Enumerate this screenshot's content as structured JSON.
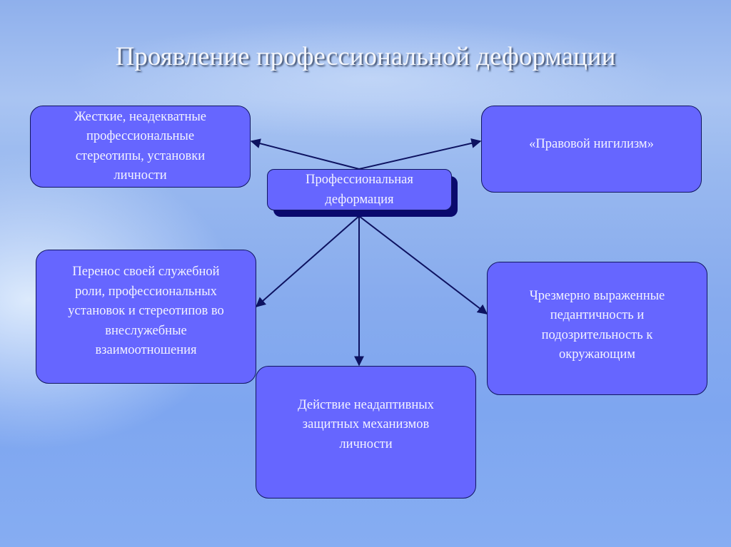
{
  "title": "Проявление профессиональной деформации",
  "diagram": {
    "center": {
      "label": "Профессиональная\nдеформация"
    },
    "nodes": [
      {
        "id": "rigid-stereotypes",
        "label": "Жесткие, неадекватные\nпрофессиональные\nстереотипы, установки\nличности"
      },
      {
        "id": "legal-nihilism",
        "label": "«Правовой нигилизм»"
      },
      {
        "id": "role-transfer",
        "label": "Перенос своей служебной\nроли, профессиональных\nустановок и стереотипов во\nвнеслужебные\nвзаимоотношения"
      },
      {
        "id": "pedantry-suspicion",
        "label": "Чрезмерно выраженные\nпедантичность и\nподозрительность к\nокружающим"
      },
      {
        "id": "defense-mechanisms",
        "label": "Действие неадаптивных\nзащитных механизмов\nличности"
      }
    ],
    "edges": [
      {
        "from": "center",
        "to": "rigid-stereotypes"
      },
      {
        "from": "center",
        "to": "legal-nihilism"
      },
      {
        "from": "center",
        "to": "role-transfer"
      },
      {
        "from": "center",
        "to": "defense-mechanisms"
      },
      {
        "from": "center",
        "to": "pedantry-suspicion"
      }
    ]
  },
  "colors": {
    "box_fill": "#6666ff",
    "box_border": "#101560",
    "center_shadow": "#0a0a6e",
    "arrow": "#0d1260",
    "text": "#f3f3ff"
  }
}
